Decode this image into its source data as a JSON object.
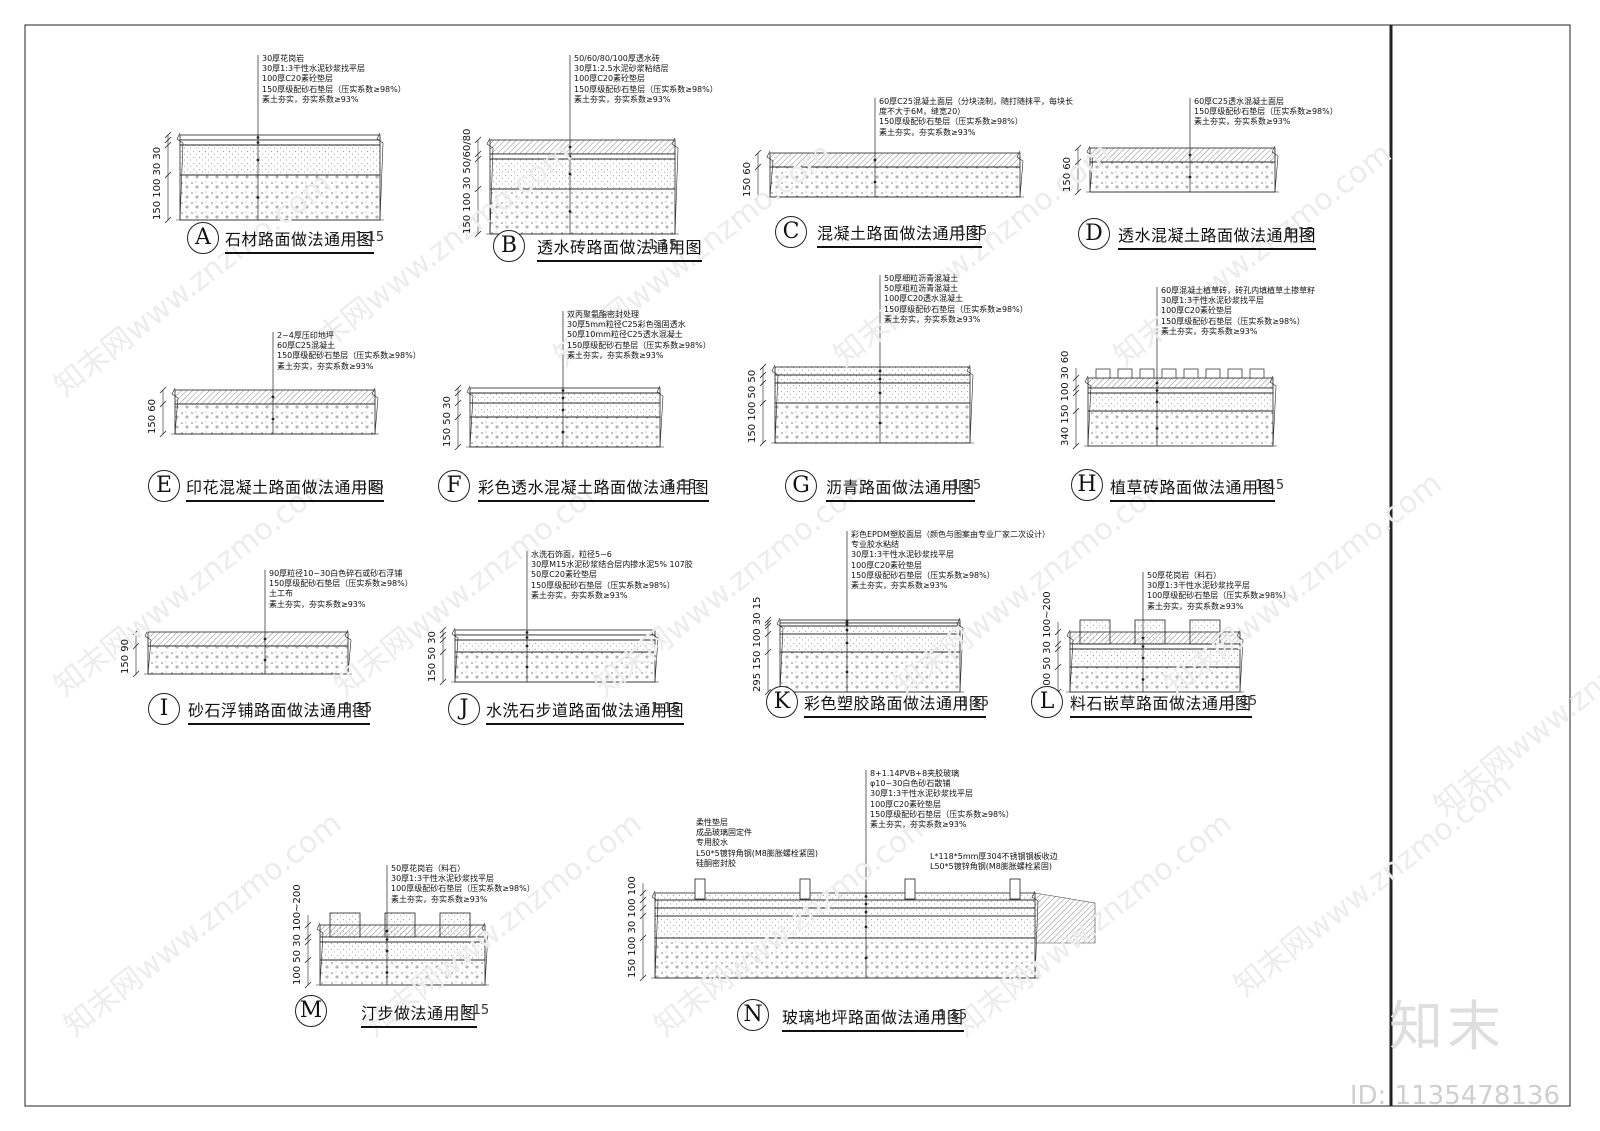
{
  "watermark": {
    "logo": "知末",
    "id": "ID: 1135478136",
    "diag": "知末网www.znzmo.com"
  },
  "details": [
    {
      "letter": "A",
      "title": "石材路面做法通用图",
      "scale": "1:15",
      "notes": [
        "30厚花岗岩",
        "30厚1:3干性水泥砂浆找平层",
        "100厚C20素砼垫层",
        "150厚级配砂石垫层（压实系数≥98%）",
        "素土夯实，夯实系数≥93%"
      ],
      "dims": [
        "150",
        "100",
        "30",
        "30"
      ]
    },
    {
      "letter": "B",
      "title": "透水砖路面做法通用图",
      "scale": "1:15",
      "notes": [
        "50/60/80/100厚透水砖",
        "30厚1:2.5水泥砂浆粘结层",
        "100厚C20素砼垫层",
        "150厚级配砂石垫层（压实系数≥98%）",
        "素土夯实，夯实系数≥93%"
      ],
      "dims": [
        "150",
        "100",
        "30",
        "50/60/80"
      ]
    },
    {
      "letter": "C",
      "title": "混凝土路面做法通用图",
      "scale": "1:15",
      "notes": [
        "60厚C25混凝土面层（分块浇制，随打随抹平，每块长",
        "度不大于6M，缝宽20）",
        "150厚级配砂石垫层（压实系数≥98%）",
        "素土夯实，夯实系数≥93%"
      ],
      "dims": [
        "150",
        "60"
      ]
    },
    {
      "letter": "D",
      "title": "透水混凝土路面做法通用图",
      "scale": "1:15",
      "notes": [
        "60厚C25透水混凝土面层",
        "150厚级配砂石垫层（压实系数≥98%）",
        "素土夯实，夯实系数≥93%"
      ],
      "dims": [
        "150",
        "60"
      ]
    },
    {
      "letter": "E",
      "title": "印花混凝土路面做法通用图",
      "scale": "1:15",
      "notes": [
        "2~4厚压印地坪",
        "60厚C25混凝土",
        "150厚级配砂石垫层（压实系数≥98%）",
        "素土夯实，夯实系数≥93%"
      ],
      "dims": [
        "150",
        "60"
      ]
    },
    {
      "letter": "F",
      "title": "彩色透水混凝土路面做法通用图",
      "scale": "1:15",
      "notes": [
        "双丙聚氨酯密封处理",
        "30厚5mm粒径C25彩色强固透水",
        "50厚10mm粒径C25透水混凝土",
        "150厚级配砂石垫层（压实系数≥98%）",
        "素土夯实，夯实系数≥93%"
      ],
      "dims": [
        "150",
        "50",
        "30"
      ]
    },
    {
      "letter": "G",
      "title": "沥青路面做法通用图",
      "scale": "1:15",
      "notes": [
        "50厚细粒沥青混凝土",
        "50厚粗粒沥青混凝土",
        "100厚C20透水混凝土",
        "150厚级配砂石垫层（压实系数≥98%）",
        "素土夯实，夯实系数≥93%"
      ],
      "dims": [
        "150",
        "100",
        "50",
        "50"
      ]
    },
    {
      "letter": "H",
      "title": "植草砖路面做法通用图",
      "scale": "1:15",
      "notes": [
        "60厚混凝土植草砖，砖孔内填植草土掺草籽",
        "30厚1:3干性水泥砂浆找平层",
        "100厚C20素砼垫层",
        "150厚级配砂石垫层（压实系数≥98%）",
        "素土夯实，夯实系数≥93%"
      ],
      "dims": [
        "340",
        "150",
        "100",
        "30",
        "60"
      ]
    },
    {
      "letter": "I",
      "title": "砂石浮铺路面做法通用图",
      "scale": "1:15",
      "notes": [
        "90厚粒径10~30白色碎石或砂石浮铺",
        "150厚级配砂石垫层（压实系数≥98%）",
        "土工布",
        "素土夯实，夯实系数≥93%"
      ],
      "dims": [
        "150",
        "90"
      ]
    },
    {
      "letter": "J",
      "title": "水洗石步道路面做法通用图",
      "scale": "1:15",
      "notes": [
        "水洗石饰面，粒径5~6",
        "30厚M15水泥砂浆结合层内掺水泥5% 107胶",
        "50厚C20素砼垫层",
        "150厚级配砂石垫层（压实系数≥98%）",
        "素土夯实，夯实系数≥93%"
      ],
      "dims": [
        "150",
        "50",
        "30"
      ]
    },
    {
      "letter": "K",
      "title": "彩色塑胶路面做法通用图",
      "scale": "1:15",
      "notes": [
        "彩色EPDM塑胶面层（颜色与图案由专业厂家二次设计）",
        "专业胶水粘结",
        "30厚1:3干性水泥砂浆找平层",
        "100厚C20素砼垫层",
        "150厚级配砂石垫层（压实系数≥98%）",
        "素土夯实，夯实系数≥93%"
      ],
      "dims": [
        "295",
        "150",
        "100",
        "30",
        "15"
      ]
    },
    {
      "letter": "L",
      "title": "料石嵌草路面做法通用图",
      "scale": "1:15",
      "notes": [
        "50厚花岗岩（料石）",
        "30厚1:3干性水泥砂浆找平层",
        "100厚级配砂石垫层（压实系数≥98%）",
        "素土夯实，夯实系数≥93%"
      ],
      "dims": [
        "100",
        "50",
        "30",
        "100~200"
      ]
    },
    {
      "letter": "M",
      "title": "汀步做法通用图",
      "scale": "1:15",
      "notes": [
        "50厚花岗岩（料石）",
        "30厚1:3干性水泥砂浆找平层",
        "100厚级配砂石垫层（压实系数≥98%）",
        "素土夯实，夯实系数≥93%"
      ],
      "dims": [
        "100",
        "50",
        "30",
        "100~200"
      ]
    },
    {
      "letter": "N",
      "title": "玻璃地坪路面做法通用图",
      "scale": "1:15",
      "notes": [
        "8+1.14PVB+8夹胶玻璃",
        "φ10~30白色砂石散铺",
        "30厚1:3干性水泥砂浆找平层",
        "100厚C20素砼垫层",
        "150厚级配砂石垫层（压实系数≥98%）",
        "素土夯实，夯实系数≥93%"
      ],
      "side_notes": [
        "柔性垫层",
        "成品玻璃固定件",
        "专用胶水",
        "L50*5镀锌角钢(M8膨胀螺栓紧固)",
        "硅酮密封胶"
      ],
      "right_notes": [
        "L*118*5mm厚304不锈钢钢板收边",
        "L50*5镀锌角钢(M8膨胀螺栓紧固)"
      ],
      "dims": [
        "150",
        "100",
        "30",
        "100",
        "100"
      ]
    }
  ]
}
